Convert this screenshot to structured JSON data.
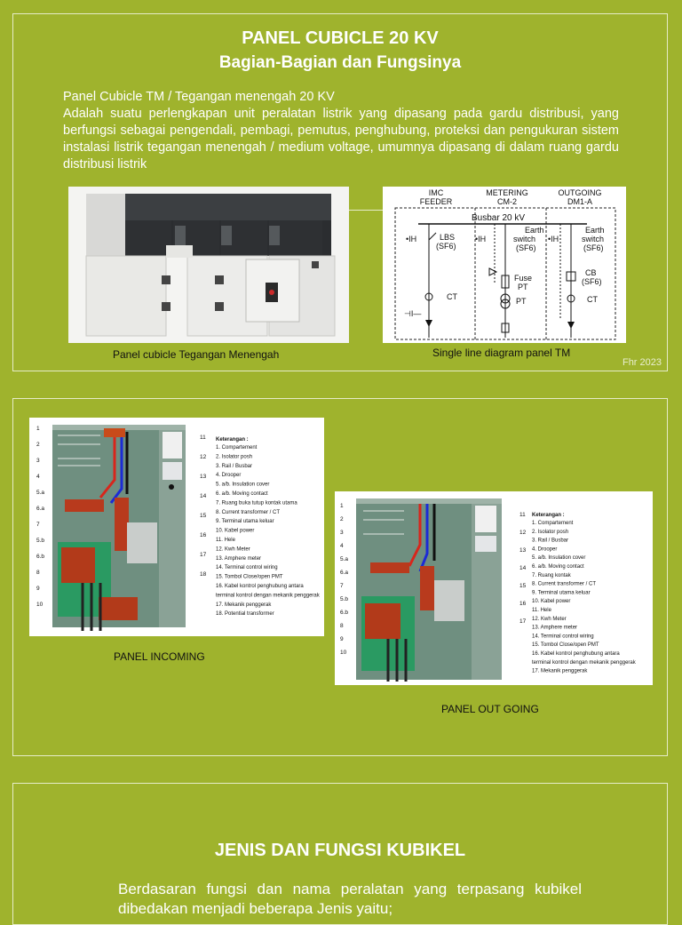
{
  "slide1": {
    "title": "PANEL CUBICLE 20 KV",
    "subtitle": "Bagian-Bagian dan Fungsinya",
    "intro_line1": "Panel Cubicle TM / Tegangan menengah 20 KV",
    "intro_line2": "Adalah suatu  perlengkapan   unit peralatan listrik yang dipasang pada gardu distribusi, yang berfungsi sebagai pengendali, pembagi, pemutus, penghubung, proteksi dan pengukuran sistem instalasi listrik tegangan menengah / medium voltage, umumnya dipasang di dalam ruang gardu distribusi listrik",
    "photo_caption": "Panel cubicle Tegangan Menengah",
    "diagram_caption": "Single line diagram  panel TM",
    "footer": "Fhr 2023",
    "diagram": {
      "col1": [
        "IMC",
        "FEEDER"
      ],
      "col2": [
        "METERING",
        "CM-2"
      ],
      "col3": [
        "OUTGOING",
        "DM1-A"
      ],
      "busbar": "Busbar 20 kV",
      "lbs": [
        "LBS",
        "(SF6)"
      ],
      "earth1": [
        "Earth",
        "switch",
        "(SF6)"
      ],
      "earth2": [
        "Earth",
        "switch",
        "(SF6)"
      ],
      "fuse": [
        "Fuse",
        "PT"
      ],
      "pt": "PT",
      "cb": [
        "CB",
        "(SF6)"
      ],
      "ct1": "CT",
      "ct2": "CT"
    }
  },
  "slide2": {
    "caption_incoming": "PANEL INCOMING",
    "caption_outgoing": "PANEL OUT GOING",
    "incoming": {
      "legend_title": "Keterangan :",
      "legend": [
        "1. Compartement",
        "2. Isolator posh",
        "3. Rail / Busbar",
        "4. Drooper",
        "5. a/b. Insulation cover",
        "6. a/b. Moving contact",
        "7. Ruang buka tutup kontak utama",
        "8. Current transformer / CT",
        "9. Terminal utama keluar",
        "10. Kabel power",
        "11. Hele",
        "12. Kwh Meter",
        "13. Amphere meter",
        "14. Terminal control wiring",
        "15. Tombol Close/open PMT",
        "16. Kabel kontrol penghubung antara",
        "terminal kontrol dengan mekanik penggerak",
        "17. Mekanik penggerak",
        "18. Potential transformer"
      ],
      "left_nums": [
        "1",
        "2",
        "3",
        "4",
        "5.a",
        "6.a",
        "7",
        "5.b",
        "6.b",
        "8",
        "9",
        "10"
      ],
      "right_nums": [
        "11",
        "12",
        "13",
        "14",
        "15",
        "16",
        "17",
        "18"
      ]
    },
    "outgoing": {
      "legend_title": "Keterangan :",
      "legend": [
        "1. Compartement",
        "2. Isolator posh",
        "3. Rail / Busbar",
        "4. Drooper",
        "5. a/b. Insulation cover",
        "6. a/b. Moving contact",
        "7. Ruang kontak",
        "8. Current transformer / CT",
        "9. Terminal utama keluar",
        "10. Kabel power",
        "11. Hele",
        "12. Kwh Meter",
        "13. Amphere meter",
        "14. Terminal control wiring",
        "15. Tombol Close/open PMT",
        "16. Kabel kontrol penghubung antara",
        "terminal kontrol dengan mekanik penggerak",
        "17. Mekanik penggerak"
      ],
      "left_nums": [
        "1",
        "2",
        "3",
        "4",
        "5.a",
        "6.a",
        "7",
        "5.b",
        "6.b",
        "8",
        "9",
        "10"
      ],
      "right_nums": [
        "11",
        "12",
        "13",
        "14",
        "15",
        "16",
        "17"
      ]
    }
  },
  "slide3": {
    "title": "JENIS DAN FUNGSI KUBIKEL",
    "paragraph": "Berdasaran fungsi dan nama peralatan yang terpasang kubikel dibedakan menjadi beberapa Jenis yaitu;"
  },
  "colors": {
    "background": "#9fb32d",
    "border": "#e6ecc8",
    "text": "#ffffff"
  }
}
